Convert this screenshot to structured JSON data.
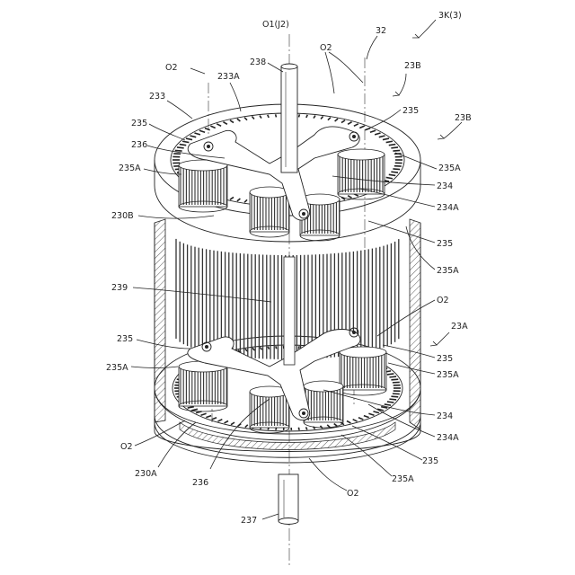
{
  "labels": {
    "l_3k": "3K(3)",
    "l_32": "32",
    "l_o1": "O1(J2)",
    "l_238": "238",
    "l_o2_top_right": "O2",
    "l_23b_a": "23B",
    "l_23b_b": "23B",
    "l_o2_top_left": "O2",
    "l_233a": "233A",
    "l_233": "233",
    "l_235_tl": "235",
    "l_235_tr": "235",
    "l_236_top": "236",
    "l_235a_tr": "235A",
    "l_235a_tl": "235A",
    "l_234_top": "234",
    "l_234a_top": "234A",
    "l_230b": "230B",
    "l_235_mid": "235",
    "l_235a_mid": "235A",
    "l_239": "239",
    "l_o2_mid": "O2",
    "l_23a": "23A",
    "l_235_bl": "235",
    "l_235_br": "235",
    "l_235a_bl": "235A",
    "l_235a_br": "235A",
    "l_234_bot": "234",
    "l_234a_bot": "234A",
    "l_o2_bot_left": "O2",
    "l_235_bot": "235",
    "l_230a": "230A",
    "l_235a_bot": "235A",
    "l_236_bot": "236",
    "l_o2_bot": "O2",
    "l_237": "237"
  }
}
